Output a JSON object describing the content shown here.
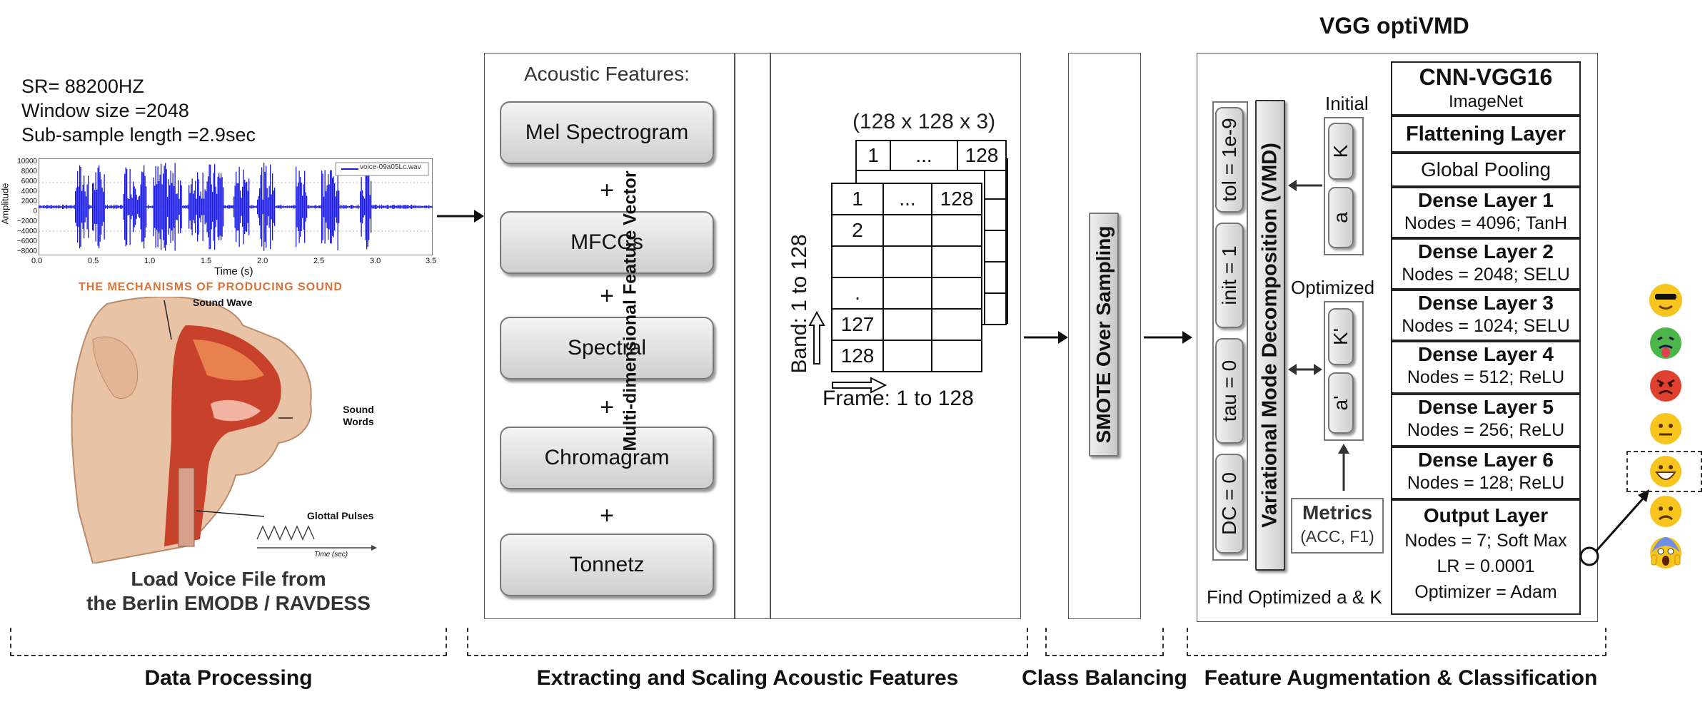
{
  "data_processing": {
    "params": [
      "SR= 88200HZ",
      "Window  size =2048",
      "Sub-sample length =2.9sec"
    ],
    "waveform": {
      "legend": "voice-09a05Lc.wav",
      "ylabel": "Amplitude",
      "xlabel": "Time (s)",
      "yticks": [
        "10000",
        "8000",
        "6000",
        "4000",
        "2000",
        "0",
        "−2000",
        "−4000",
        "−6000",
        "−8000"
      ],
      "xticks": [
        "0.0",
        "0.5",
        "1.0",
        "1.5",
        "2.0",
        "2.5",
        "3.0",
        "3.5"
      ]
    },
    "anatomy": {
      "title": "THE MECHANISMS OF PRODUCING SOUND",
      "label_sound_wave": "Sound Wave",
      "label_sound_words": "Sound Words",
      "label_glottal": "Glottal Pulses",
      "label_time": "Time (sec)"
    },
    "caption_line1": "Load Voice File from",
    "caption_line2": "the Berlin EMODB / RAVDESS",
    "section_label": "Data Processing"
  },
  "features": {
    "title": "Acoustic Features:",
    "items": [
      "Mel Spectrogram",
      "MFCCs",
      "Spectral",
      "Chromagram",
      "Tonnetz"
    ],
    "plus": "+",
    "vector_label": "Multi-dimensional Feature Vector",
    "tensor_label": "(128 x 128 x 3)",
    "grid_back_row": [
      "1",
      "...",
      "128"
    ],
    "grid_front_row": [
      "1",
      "...",
      "128"
    ],
    "grid_front_col": [
      "2",
      ".",
      "127",
      "128"
    ],
    "band_label": "Band: 1 to 128",
    "frame_label": "Frame: 1 to 128",
    "section_label": "Extracting and Scaling Acoustic Features"
  },
  "balancing": {
    "label": "SMOTE Over Sampling",
    "section_label": "Class Balancing"
  },
  "classification": {
    "title": "VGG optiVMD",
    "params": [
      "tol = 1e-9",
      "init = 1",
      "tau = 0",
      "DC = 0"
    ],
    "vmd_label": "Variational Mode Decomposition (VMD)",
    "initial_label": "Initial",
    "initial_items": [
      "K",
      "a"
    ],
    "optimized_label": "Optimized",
    "optimized_items": [
      "K'",
      "a'"
    ],
    "metrics_title": "Metrics",
    "metrics_sub": "(ACC, F1)",
    "find_label": "Find Optimized a & K",
    "network": [
      {
        "title": "CNN-VGG16",
        "sub": "ImageNet"
      },
      {
        "title": "Flattening Layer",
        "sub": ""
      },
      {
        "title": "",
        "sub": "Global Pooling"
      },
      {
        "title": "Dense Layer 1",
        "sub": "Nodes = 4096; TanH"
      },
      {
        "title": "Dense Layer 2",
        "sub": "Nodes = 2048; SELU"
      },
      {
        "title": "Dense Layer 3",
        "sub": "Nodes = 1024; SELU"
      },
      {
        "title": "Dense Layer 4",
        "sub": "Nodes = 512; ReLU"
      },
      {
        "title": "Dense Layer 5",
        "sub": "Nodes = 256; ReLU"
      },
      {
        "title": "Dense Layer 6",
        "sub": "Nodes = 128; ReLU"
      }
    ],
    "output": {
      "title": "Output Layer",
      "lines": [
        "Nodes = 7; Soft Max",
        "LR = 0.0001",
        "Optimizer = Adam"
      ]
    },
    "emotions": [
      "cool-face",
      "nauseated-face",
      "angry-face",
      "neutral-face",
      "grinning-face",
      "frowning-face",
      "screaming-face"
    ],
    "section_label": "Feature Augmentation & Classification"
  }
}
